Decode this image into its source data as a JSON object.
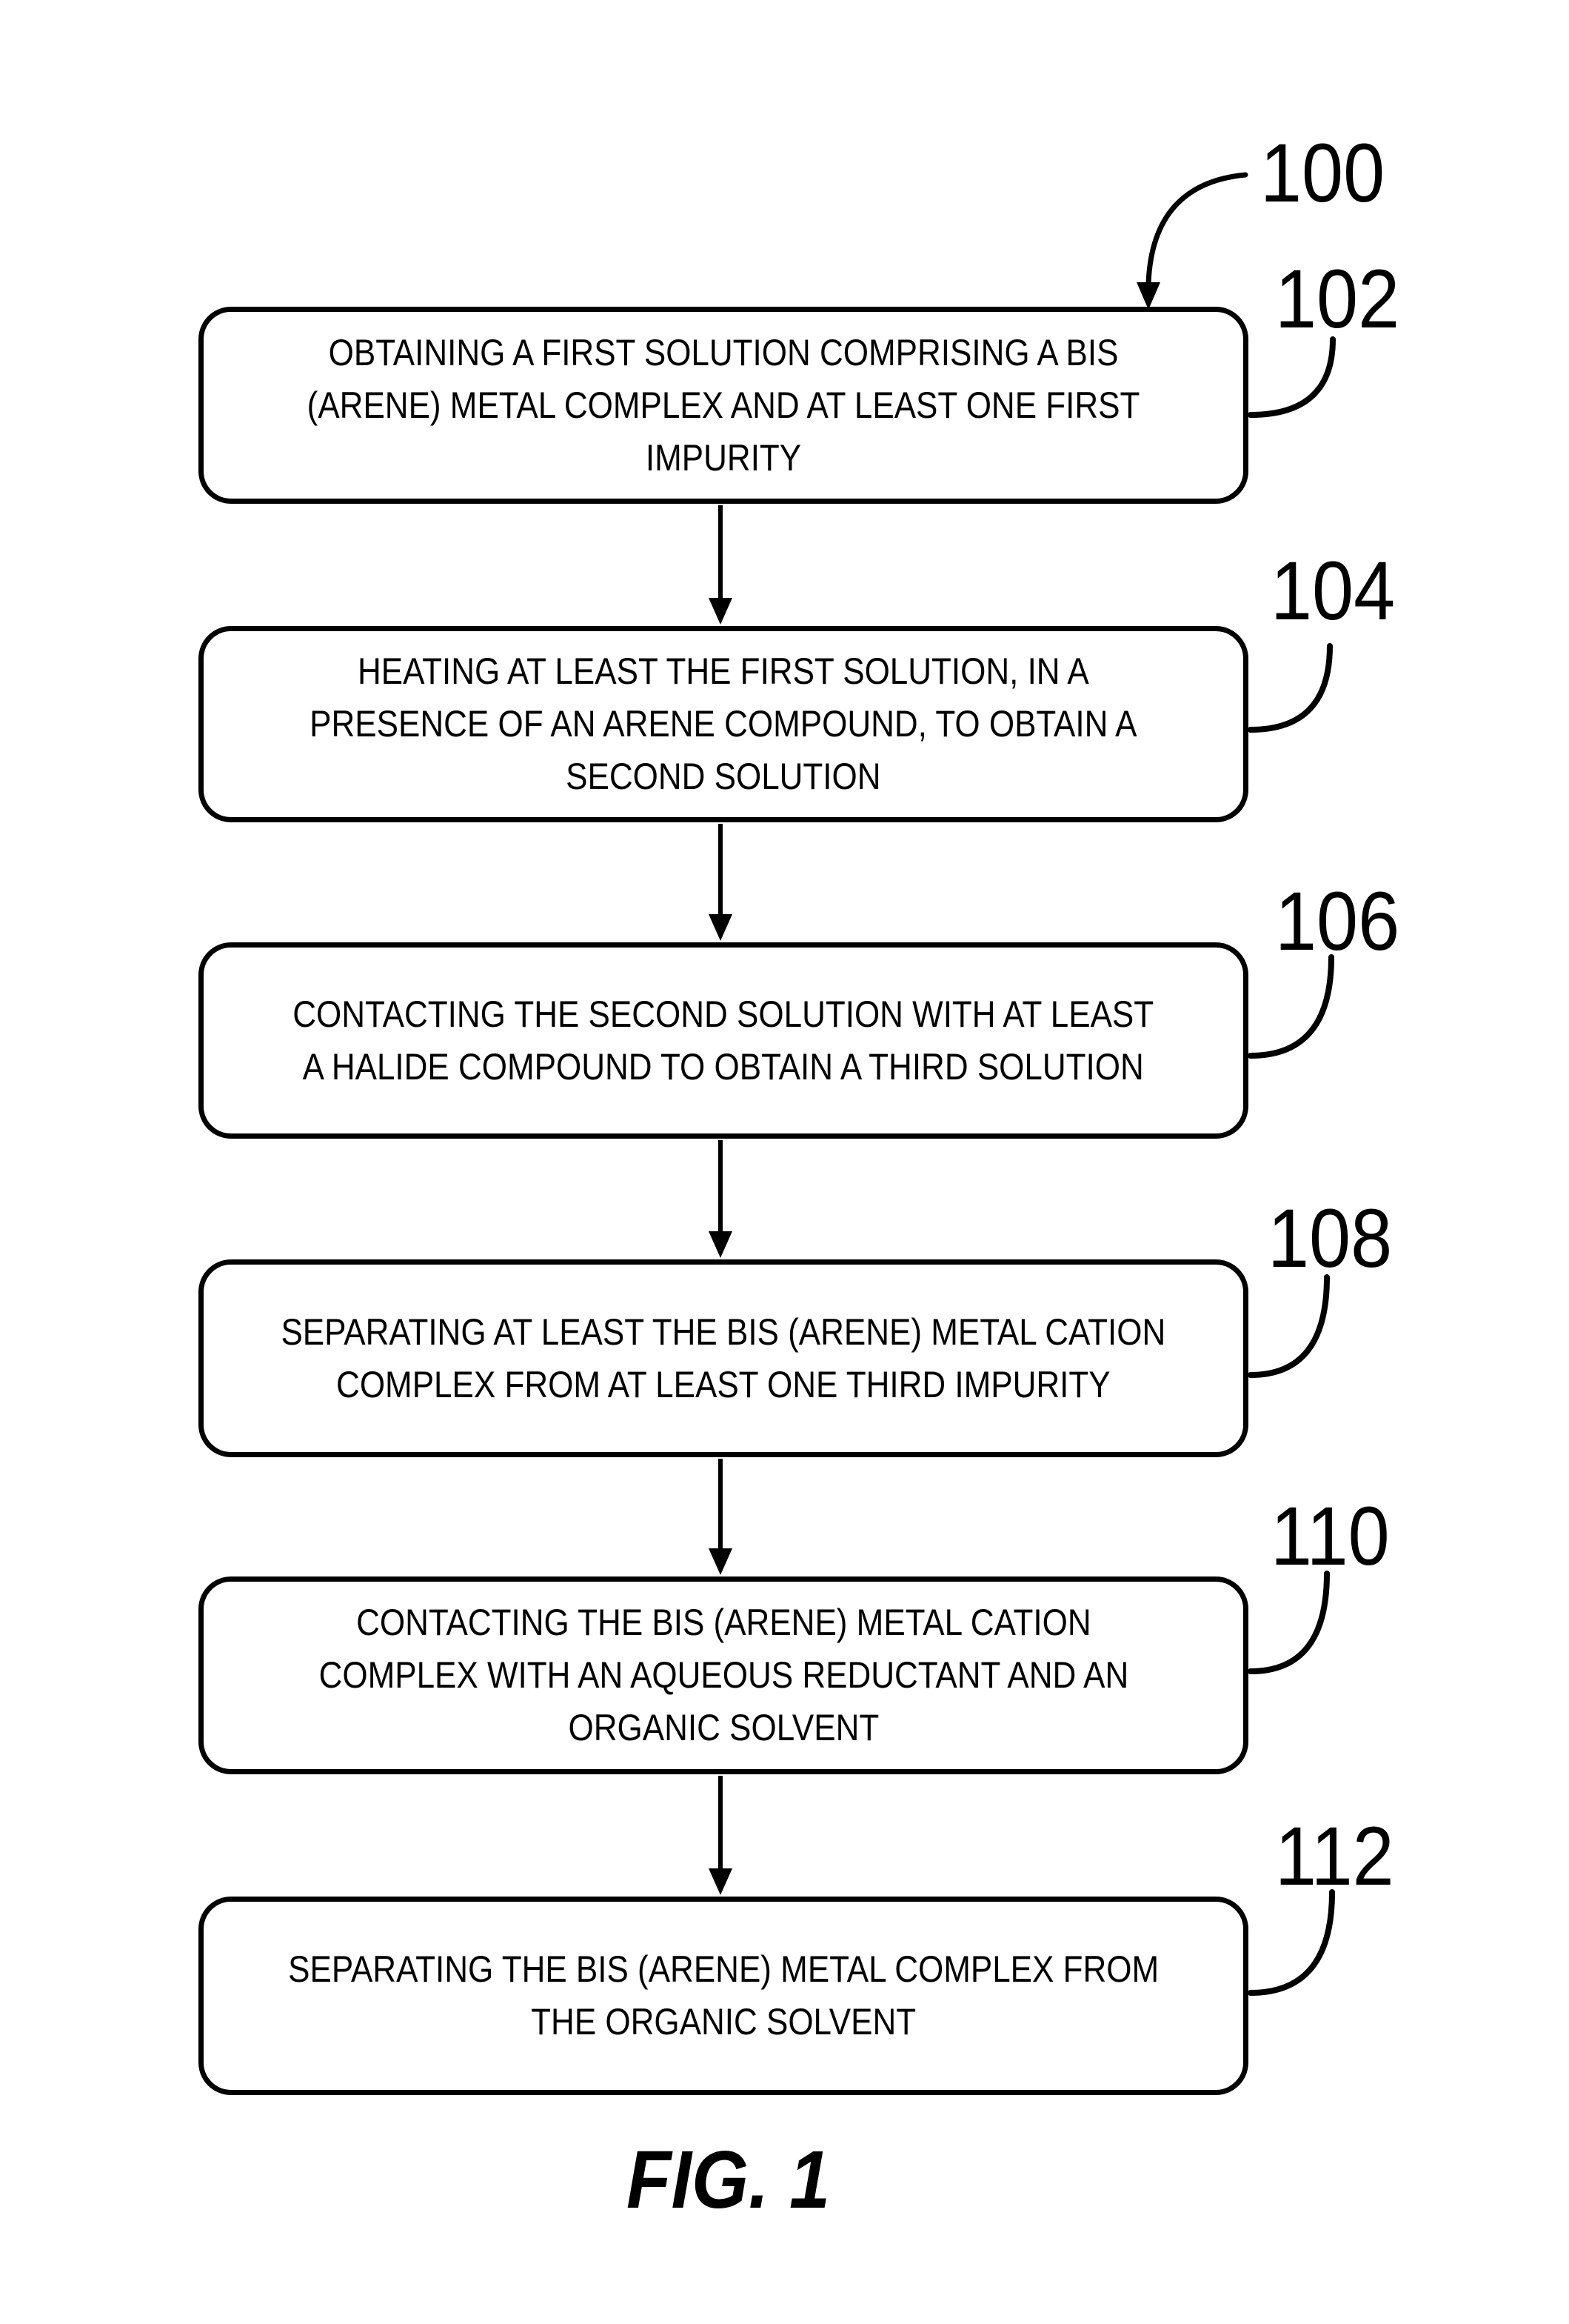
{
  "figure": {
    "caption": "FIG. 1",
    "overall_ref": "100",
    "colors": {
      "ink": "#000000",
      "background": "#ffffff"
    },
    "steps": [
      {
        "ref": "102",
        "lines": [
          "OBTAINING A FIRST SOLUTION COMPRISING A BIS",
          "(ARENE) METAL COMPLEX AND AT LEAST ONE FIRST",
          "IMPURITY"
        ]
      },
      {
        "ref": "104",
        "lines": [
          "HEATING AT LEAST THE FIRST SOLUTION, IN A",
          "PRESENCE OF AN ARENE COMPOUND, TO OBTAIN A",
          "SECOND SOLUTION"
        ]
      },
      {
        "ref": "106",
        "lines": [
          "CONTACTING THE SECOND SOLUTION WITH AT LEAST",
          "A HALIDE COMPOUND TO OBTAIN A THIRD SOLUTION"
        ]
      },
      {
        "ref": "108",
        "lines": [
          "SEPARATING AT LEAST THE BIS (ARENE) METAL CATION",
          "COMPLEX FROM AT LEAST ONE THIRD IMPURITY"
        ]
      },
      {
        "ref": "110",
        "lines": [
          "CONTACTING THE BIS (ARENE) METAL CATION",
          "COMPLEX WITH AN AQUEOUS REDUCTANT AND AN",
          "ORGANIC SOLVENT"
        ]
      },
      {
        "ref": "112",
        "lines": [
          "SEPARATING THE BIS (ARENE) METAL COMPLEX FROM",
          "THE ORGANIC SOLVENT"
        ]
      }
    ]
  }
}
